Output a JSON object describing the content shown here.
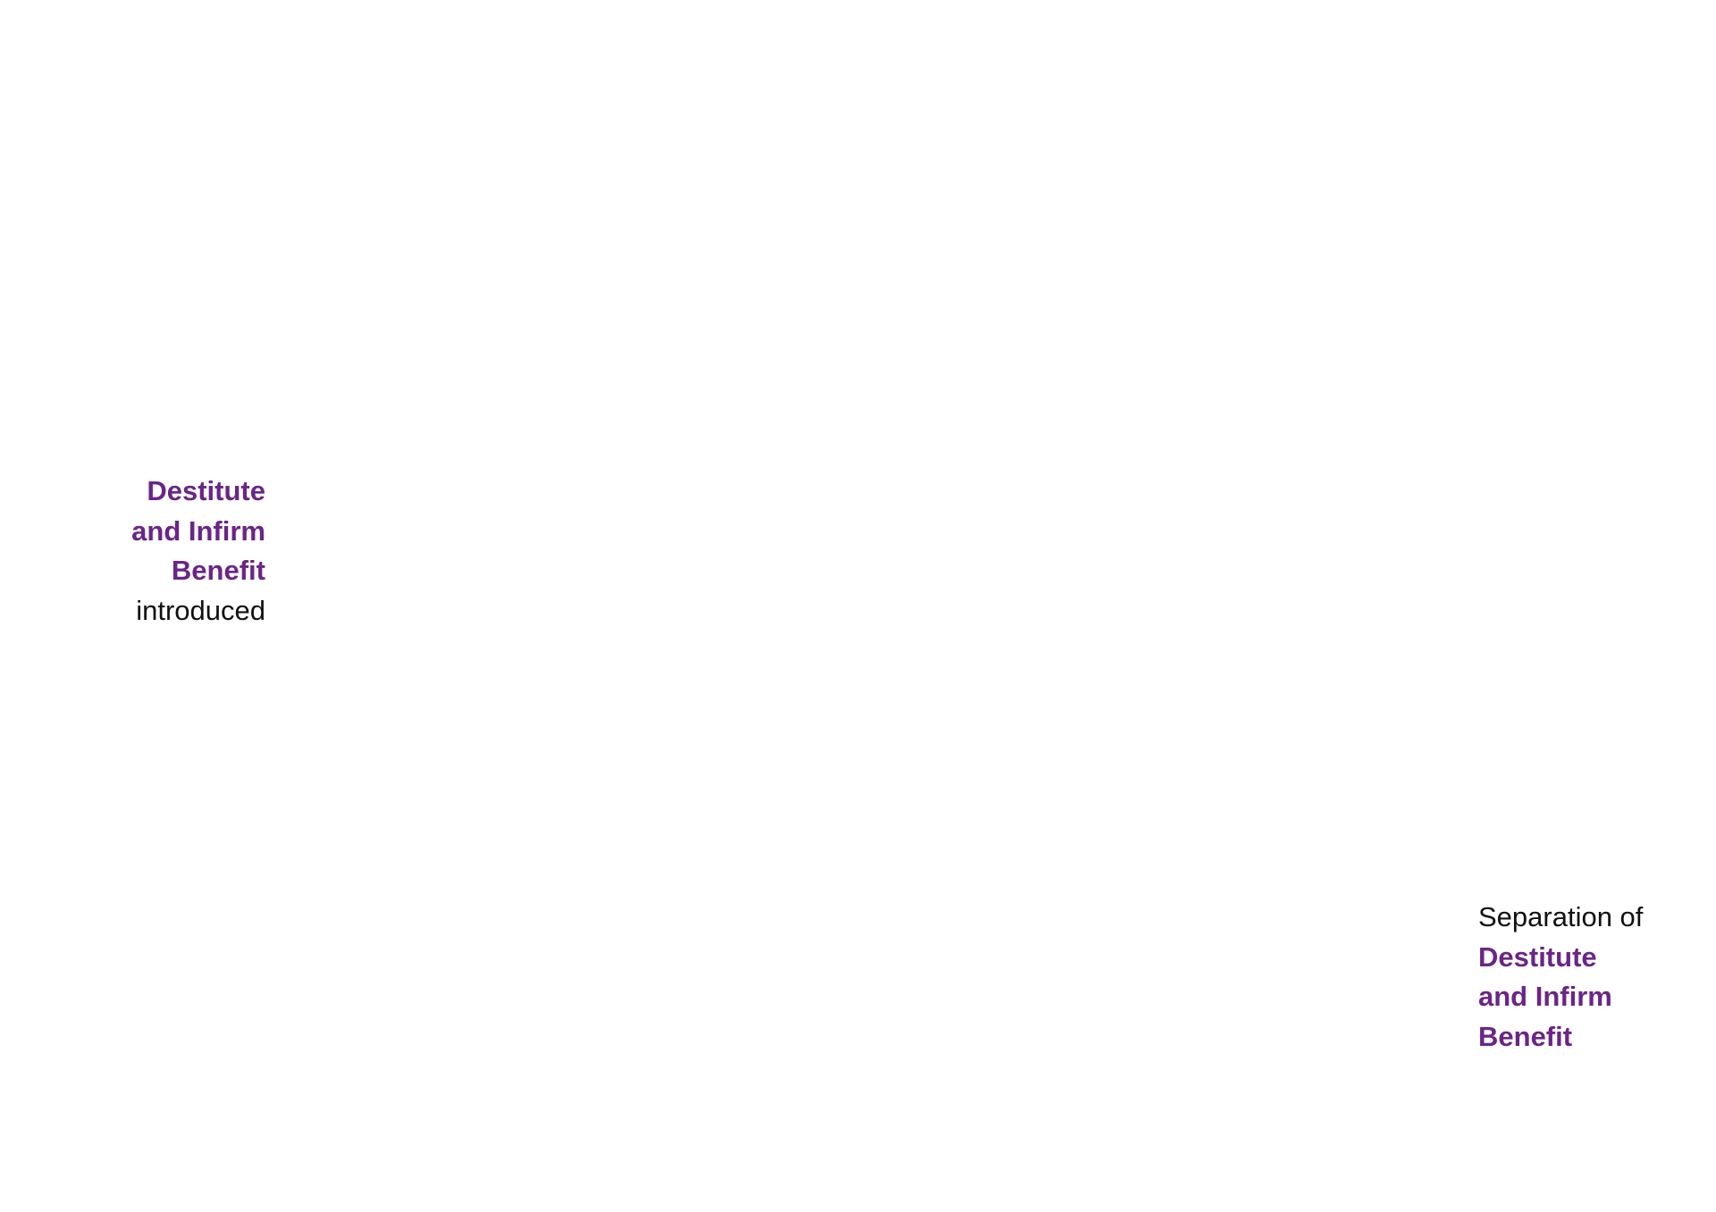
{
  "colors": {
    "highlight": "#6a2587",
    "text": "#111111"
  },
  "annotations": [
    {
      "lines": [
        {
          "text": "Destitute",
          "style": "highlight"
        },
        {
          "text": "and Infirm",
          "style": "highlight"
        },
        {
          "text": "Benefit",
          "style": "highlight"
        },
        {
          "text": "introduced",
          "style": "plain"
        }
      ]
    },
    {
      "lines": [
        {
          "text": "Separation of",
          "style": "plain"
        },
        {
          "text": "Destitute",
          "style": "highlight"
        },
        {
          "text": "and Infirm",
          "style": "highlight"
        },
        {
          "text": "Benefit",
          "style": "highlight"
        }
      ]
    }
  ]
}
